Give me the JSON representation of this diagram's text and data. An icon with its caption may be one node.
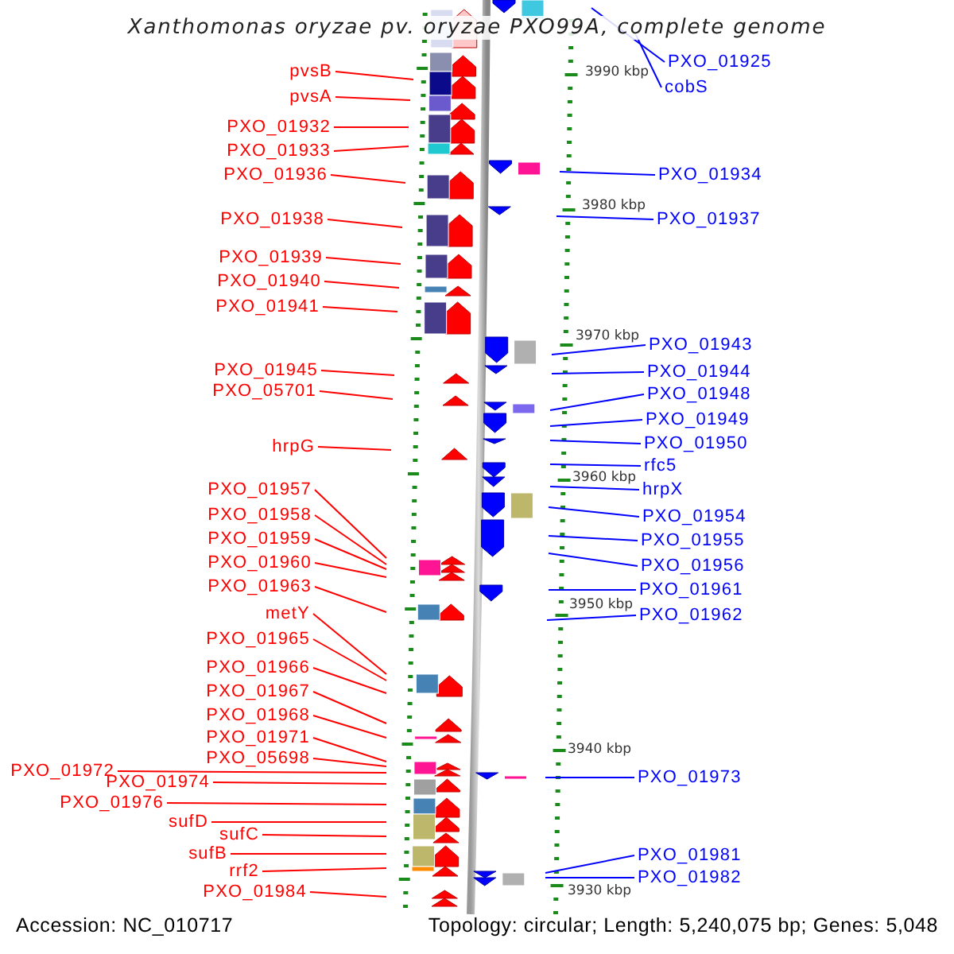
{
  "diagram": {
    "title": "Xanthomonas oryzae pv. oryzae PXO99A, complete genome",
    "nodes": [
      {
        "text": [
          "pvsB"
        ]
      },
      {
        "text": [
          "pvsA"
        ]
      },
      {
        "text": [
          "PXO_01932"
        ]
      },
      {
        "text": [
          "PXO_01933"
        ]
      },
      {
        "text": [
          "PXO_01936"
        ]
      },
      {
        "text": [
          "PXO_01938"
        ]
      },
      {
        "text": [
          "PXO_01939"
        ]
      },
      {
        "text": [
          "PXO_01940"
        ]
      },
      {
        "text": [
          "PXO_01941"
        ]
      },
      {
        "text": [
          "PXO_01945"
        ]
      },
      {
        "text": [
          "PXO_05701"
        ]
      },
      {
        "text": [
          "hrpG"
        ]
      },
      {
        "text": [
          "PXO_01957"
        ]
      },
      {
        "text": [
          "PXO_01958"
        ]
      },
      {
        "text": [
          "PXO_01959"
        ]
      },
      {
        "text": [
          "PXO_01960"
        ]
      },
      {
        "text": [
          "PXO_01963"
        ]
      },
      {
        "text": [
          "metY"
        ]
      },
      {
        "text": [
          "PXO_01965"
        ]
      },
      {
        "text": [
          "PXO_01966"
        ]
      },
      {
        "text": [
          "PXO_01967"
        ]
      },
      {
        "text": [
          "PXO_01968"
        ]
      },
      {
        "text": [
          "PXO_01971"
        ]
      },
      {
        "text": [
          "PXO_05698"
        ]
      },
      {
        "text": [
          "PXO_01972"
        ]
      },
      {
        "text": [
          "PXO_01974"
        ]
      },
      {
        "text": [
          "PXO_01976"
        ]
      },
      {
        "text": [
          "sufD"
        ]
      },
      {
        "text": [
          "sufC"
        ]
      },
      {
        "text": [
          "sufB"
        ]
      },
      {
        "text": [
          "rrf2"
        ]
      },
      {
        "text": [
          "PXO_01984"
        ]
      },
      {
        "text": [
          "PXO_01925"
        ]
      },
      {
        "text": [
          "cobS"
        ]
      },
      {
        "text": [
          "PXO_01934"
        ]
      },
      {
        "text": [
          "PXO_01937"
        ]
      },
      {
        "text": [
          "PXO_01943"
        ]
      },
      {
        "text": [
          "PXO_01944"
        ]
      },
      {
        "text": [
          "PXO_01948"
        ]
      },
      {
        "text": [
          "PXO_01949"
        ]
      },
      {
        "text": [
          "PXO_01950"
        ]
      },
      {
        "text": [
          "rfc5"
        ]
      },
      {
        "text": [
          "hrpX"
        ]
      },
      {
        "text": [
          "PXO_01954"
        ]
      },
      {
        "text": [
          "PXO_01955"
        ]
      },
      {
        "text": [
          "PXO_01956"
        ]
      },
      {
        "text": [
          "PXO_01961"
        ]
      },
      {
        "text": [
          "PXO_01962"
        ]
      },
      {
        "text": [
          "PXO_01973"
        ]
      },
      {
        "text": [
          "PXO_01981"
        ]
      },
      {
        "text": [
          "PXO_01982"
        ]
      }
    ],
    "edges": [
      {
        "from": 0,
        "to": null,
        "arrow": "none"
      },
      {
        "from": 1,
        "to": null,
        "arrow": "none"
      },
      {
        "from": 2,
        "to": null,
        "arrow": "none"
      },
      {
        "from": 3,
        "to": null,
        "arrow": "none"
      },
      {
        "from": 4,
        "to": null,
        "arrow": "none"
      },
      {
        "from": 5,
        "to": null,
        "arrow": "none"
      },
      {
        "from": 6,
        "to": null,
        "arrow": "none"
      },
      {
        "from": 7,
        "to": null,
        "arrow": "none"
      },
      {
        "from": 8,
        "to": null,
        "arrow": "none"
      },
      {
        "from": 9,
        "to": null,
        "arrow": "none"
      },
      {
        "from": 10,
        "to": null,
        "arrow": "none"
      },
      {
        "from": 11,
        "to": null,
        "arrow": "none"
      },
      {
        "from": 12,
        "to": null,
        "arrow": "none"
      },
      {
        "from": 13,
        "to": null,
        "arrow": "none"
      },
      {
        "from": 14,
        "to": null,
        "arrow": "none"
      },
      {
        "from": 15,
        "to": null,
        "arrow": "none"
      },
      {
        "from": 16,
        "to": null,
        "arrow": "none"
      },
      {
        "from": 17,
        "to": null,
        "arrow": "none"
      },
      {
        "from": 18,
        "to": null,
        "arrow": "none"
      },
      {
        "from": 19,
        "to": null,
        "arrow": "none"
      },
      {
        "from": 20,
        "to": null,
        "arrow": "none"
      },
      {
        "from": 21,
        "to": null,
        "arrow": "none"
      },
      {
        "from": 22,
        "to": null,
        "arrow": "none"
      },
      {
        "from": 23,
        "to": null,
        "arrow": "none"
      },
      {
        "from": 24,
        "to": null,
        "arrow": "none"
      },
      {
        "from": 25,
        "to": null,
        "arrow": "none"
      },
      {
        "from": 26,
        "to": null,
        "arrow": "none"
      },
      {
        "from": 27,
        "to": null,
        "arrow": "none"
      },
      {
        "from": 28,
        "to": null,
        "arrow": "none"
      },
      {
        "from": 29,
        "to": null,
        "arrow": "none"
      },
      {
        "from": 30,
        "to": null,
        "arrow": "none"
      },
      {
        "from": 31,
        "to": null,
        "arrow": "none"
      },
      {
        "from": 32,
        "to": null,
        "arrow": "none",
        "color": "#0000ff"
      },
      {
        "from": 33,
        "to": null,
        "arrow": "none",
        "color": "#0000ff"
      },
      {
        "from": 34,
        "to": null,
        "arrow": "none",
        "color": "#0000ff"
      },
      {
        "from": 35,
        "to": null,
        "arrow": "none",
        "color": "#0000ff"
      },
      {
        "from": 36,
        "to": null,
        "arrow": "none",
        "color": "#0000ff"
      },
      {
        "from": 37,
        "to": null,
        "arrow": "none",
        "color": "#0000ff"
      },
      {
        "from": 38,
        "to": null,
        "arrow": "none",
        "color": "#0000ff"
      },
      {
        "from": 39,
        "to": null,
        "arrow": "none",
        "color": "#0000ff"
      },
      {
        "from": 40,
        "to": null,
        "arrow": "none",
        "color": "#0000ff"
      },
      {
        "from": 41,
        "to": null,
        "arrow": "none",
        "color": "#0000ff"
      },
      {
        "from": 42,
        "to": null,
        "arrow": "none",
        "color": "#0000ff"
      },
      {
        "from": 43,
        "to": null,
        "arrow": "none",
        "color": "#0000ff"
      },
      {
        "from": 44,
        "to": null,
        "arrow": "none",
        "color": "#0000ff"
      },
      {
        "from": 45,
        "to": null,
        "arrow": "none",
        "color": "#0000ff"
      },
      {
        "from": 46,
        "to": null,
        "arrow": "none",
        "color": "#0000ff"
      },
      {
        "from": 47,
        "to": null,
        "arrow": "none",
        "color": "#0000ff"
      },
      {
        "from": 48,
        "to": null,
        "arrow": "none",
        "color": "#0000ff"
      },
      {
        "from": 49,
        "to": null,
        "arrow": "none",
        "color": "#0000ff"
      },
      {
        "from": 50,
        "to": null,
        "arrow": "none",
        "color": "#0000ff"
      }
    ],
    "labels": [
      "3990 kbp",
      "3980 kbp",
      "3970 kbp",
      "3960 kbp",
      "3950 kbp",
      "3940 kbp",
      "3930 kbp",
      "Accession: NC_010717",
      "Topology: circular; Length: 5,240,075 bp; Genes: 5,048"
    ]
  }
}
